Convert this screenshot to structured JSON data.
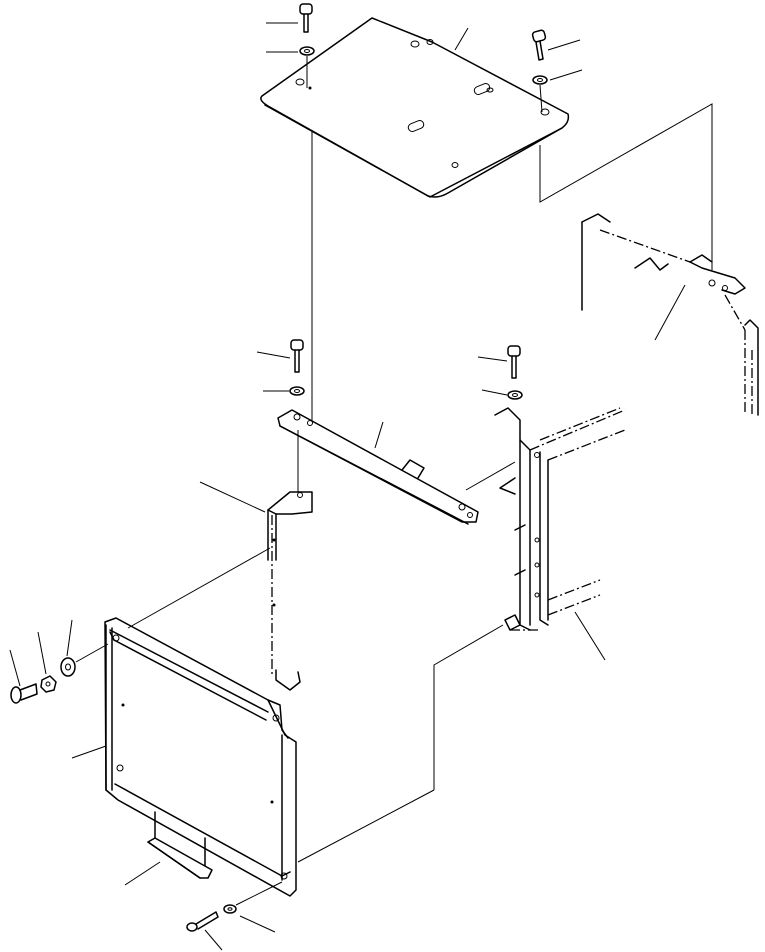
{
  "diagram": {
    "kind": "exploded-parts-view",
    "ink_color": "#000000",
    "background_color": "#ffffff",
    "parts": [
      {
        "name": "top-cover-plate"
      },
      {
        "name": "support-bracket-rail"
      },
      {
        "name": "vertical-stay"
      },
      {
        "name": "side-cover-panel"
      },
      {
        "name": "frame-upper-right"
      },
      {
        "name": "frame-lower-right"
      },
      {
        "name": "mounting-bolt"
      },
      {
        "name": "lock-washer"
      },
      {
        "name": "flat-washer"
      },
      {
        "name": "hex-nut"
      },
      {
        "name": "handle-grip"
      }
    ],
    "callout_count": 19
  }
}
